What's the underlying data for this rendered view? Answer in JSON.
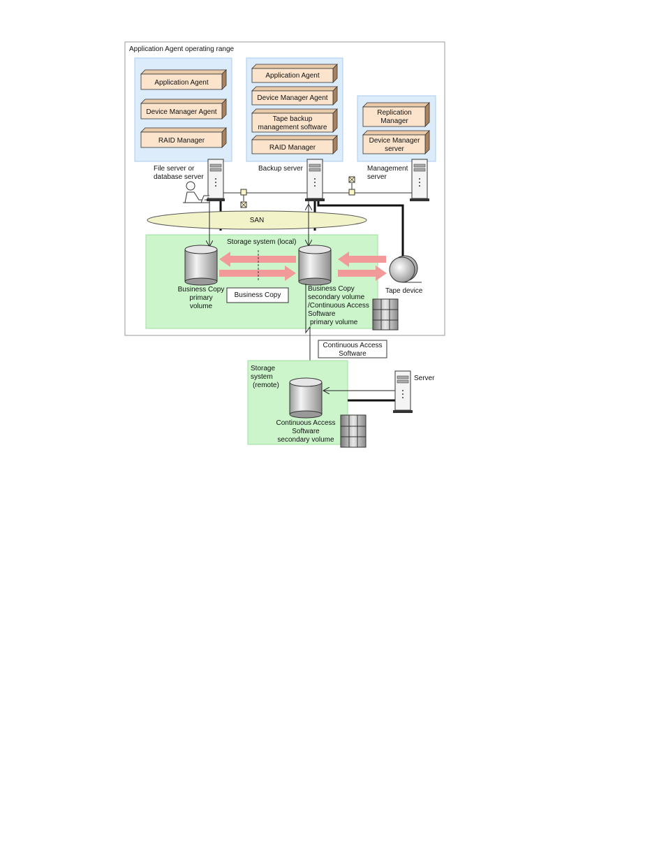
{
  "operating_range_label": "Application Agent operating range",
  "file_server": {
    "software": [
      "Application Agent",
      "Device Manager Agent",
      "RAID Manager"
    ],
    "label_line1": "File server or",
    "label_line2": "database server"
  },
  "backup_server": {
    "software": [
      "Application Agent",
      "Device Manager Agent",
      "Tape backup",
      "management software",
      "RAID Manager"
    ],
    "label": "Backup server"
  },
  "management_server": {
    "software": [
      "Replication",
      "Manager",
      "Device Manager",
      "server"
    ],
    "label_line1": "Management",
    "label_line2": "server"
  },
  "san_label": "SAN",
  "local_storage_label": "Storage system (local)",
  "primary_volume": [
    "Business Copy",
    "primary",
    "volume"
  ],
  "business_copy_label": "Business Copy",
  "secondary_volume": [
    "Business Copy",
    "secondary volume",
    "/Continuous Access",
    "Software",
    "primary volume"
  ],
  "tape_device_label": "Tape device",
  "continuous_access_label": [
    "Continuous Access",
    "Software"
  ],
  "remote_storage_label": [
    "Storage",
    "system",
    "(remote)"
  ],
  "remote_volume": [
    "Continuous Access",
    "Software",
    "secondary volume"
  ],
  "server_label": "Server",
  "colors": {
    "server_panel": "#dcecfb",
    "storage_panel": "#ccf5cc",
    "software_box": "#fbe3cc",
    "san_ellipse": "#f3f3c9",
    "copy_arrow": "#f29a9a"
  }
}
